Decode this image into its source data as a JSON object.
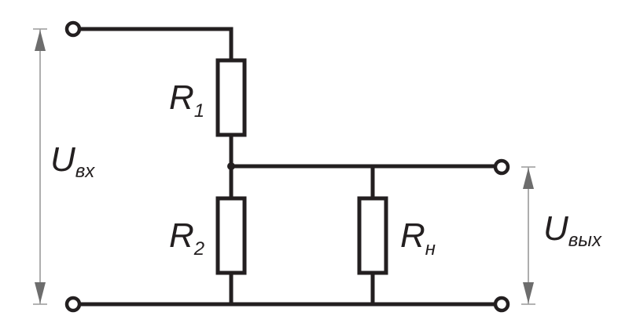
{
  "diagram": {
    "type": "circuit-schematic",
    "components": [
      {
        "id": "R1",
        "symbol": "R",
        "subscript": "1"
      },
      {
        "id": "R2",
        "symbol": "R",
        "subscript": "2"
      },
      {
        "id": "Rn",
        "symbol": "R",
        "subscript": "н"
      }
    ],
    "voltages": [
      {
        "id": "Uin",
        "symbol": "U",
        "subscript": "вх"
      },
      {
        "id": "Uout",
        "symbol": "U",
        "subscript": "вых"
      }
    ],
    "colors": {
      "wire": "#231f20",
      "dimension": "#9a9a9a",
      "arrow": "#6d6d6d"
    }
  }
}
